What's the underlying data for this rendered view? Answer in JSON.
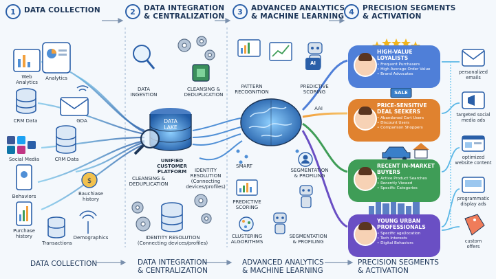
{
  "steps": [
    {
      "num": "1",
      "title": "DATA COLLECTION"
    },
    {
      "num": "2",
      "title_l1": "DATA INTEGRATION",
      "title_l2": "& CENTRALIZATION"
    },
    {
      "num": "3",
      "title_l1": "ADVANCED ANALYTICS",
      "title_l2": "& MACHINE LEARNING"
    },
    {
      "num": "4",
      "title_l1": "PRECISION SEGMENTS",
      "title_l2": "& ACTIVATION"
    }
  ],
  "sources": {
    "web_analytics": "Web Analytics",
    "analytics": "Analytics",
    "crm_data": "CRM Data",
    "gda": "GDA",
    "social_media": "Social Media",
    "crm_data2": "CRM Data",
    "behaviors": "Behaviors",
    "bauchiase": "Bauchiase history",
    "purchase": "Purchase history",
    "transactions": "Transactions",
    "demographics": "Demographics"
  },
  "integration": {
    "ingestion_l1": "DATA",
    "ingestion_l2": "INGESTION",
    "cleansing_l1": "CLEANSING &",
    "cleansing_l2": "DEDUPLICATION",
    "lake_l1": "DATA",
    "lake_l2": "LAKE",
    "ucp_l1": "UNIFIED CUSTOMER",
    "ucp_l2": "PLATFORM",
    "cleansing2_l1": "CLEANSING &",
    "cleansing2_l2": "DEDUPLICATION",
    "identity_l1": "IDENTITY",
    "identity_l2": "RESOLUTION",
    "identity_l3": "(Connecting",
    "identity_l4": "devices/profiles)",
    "identity2_l1": "IDENTITY RESOLUTION",
    "identity2_l2": "(Connecting devices/profiles)"
  },
  "analytics": {
    "pattern_l1": "PATTERN",
    "pattern_l2": "RECOGNITION",
    "predictive_l1": "PREDICTIVE",
    "predictive_l2": "SCORING",
    "ai_chip": "AI",
    "aai": "AAI",
    "smart": "SMART",
    "segmentation_l1": "SEGMENTATION",
    "segmentation_l2": "& PROFILING",
    "predictive2_l1": "PREDICTIVE",
    "predictive2_l2": "SCORING",
    "clustering_l1": "CLUSTERING",
    "clustering_l2": "ALGORITHMS",
    "segmentation2_l1": "SEGMENTATION",
    "segmentation2_l2": "& PROFILING"
  },
  "segments": [
    {
      "title_l1": "HIGH-VALUE",
      "title_l2": "LOYALISTS",
      "items": [
        "Frequent Purchasers",
        "High Average Order Value",
        "Brand Advocates"
      ],
      "color": "#4f7fd8"
    },
    {
      "title_l1": "PRICE-SENSITIVE",
      "title_l2": "DEAL SEEKERS",
      "items": [
        "Abandoned Cart Users",
        "Discount Users",
        "Comparison Shoppers"
      ],
      "color": "#e0822f"
    },
    {
      "title_l1": "RECENT IN-MARKET",
      "title_l2": "BUYERS",
      "items": [
        "Active Product Searches",
        "Recently Viewed",
        "Specific Categories"
      ],
      "color": "#3f9d57"
    },
    {
      "title_l1": "YOUNG URBAN",
      "title_l2": "PROFESSIONALS",
      "items": [
        "Specific age/location",
        "Tech Interests",
        "Digital Behaviors"
      ],
      "color": "#6a4fc4"
    }
  ],
  "sale_tag": "SALE",
  "activations": [
    {
      "l1": "personalized",
      "l2": "emails"
    },
    {
      "l1": "targeted social",
      "l2": "media ads"
    },
    {
      "l1": "optimized",
      "l2": "website content"
    },
    {
      "l1": "programmatic",
      "l2": "display ads"
    },
    {
      "l1": "custom",
      "l2": "offers"
    }
  ],
  "footer": [
    {
      "l1": "DATA COLLECTION"
    },
    {
      "l1": "DATA INTEGRATION",
      "l2": "& CENTRALIZATION"
    },
    {
      "l1": "ADVANCED ANALYTICS",
      "l2": "& MACHINE LEARNING"
    },
    {
      "l1": "PRECISION SEGMENTS",
      "l2": "& ACTIVATION"
    }
  ],
  "colors": {
    "primary": "#2a5fa8",
    "lake": "#2c5596",
    "brain": "#3a7fc9"
  }
}
